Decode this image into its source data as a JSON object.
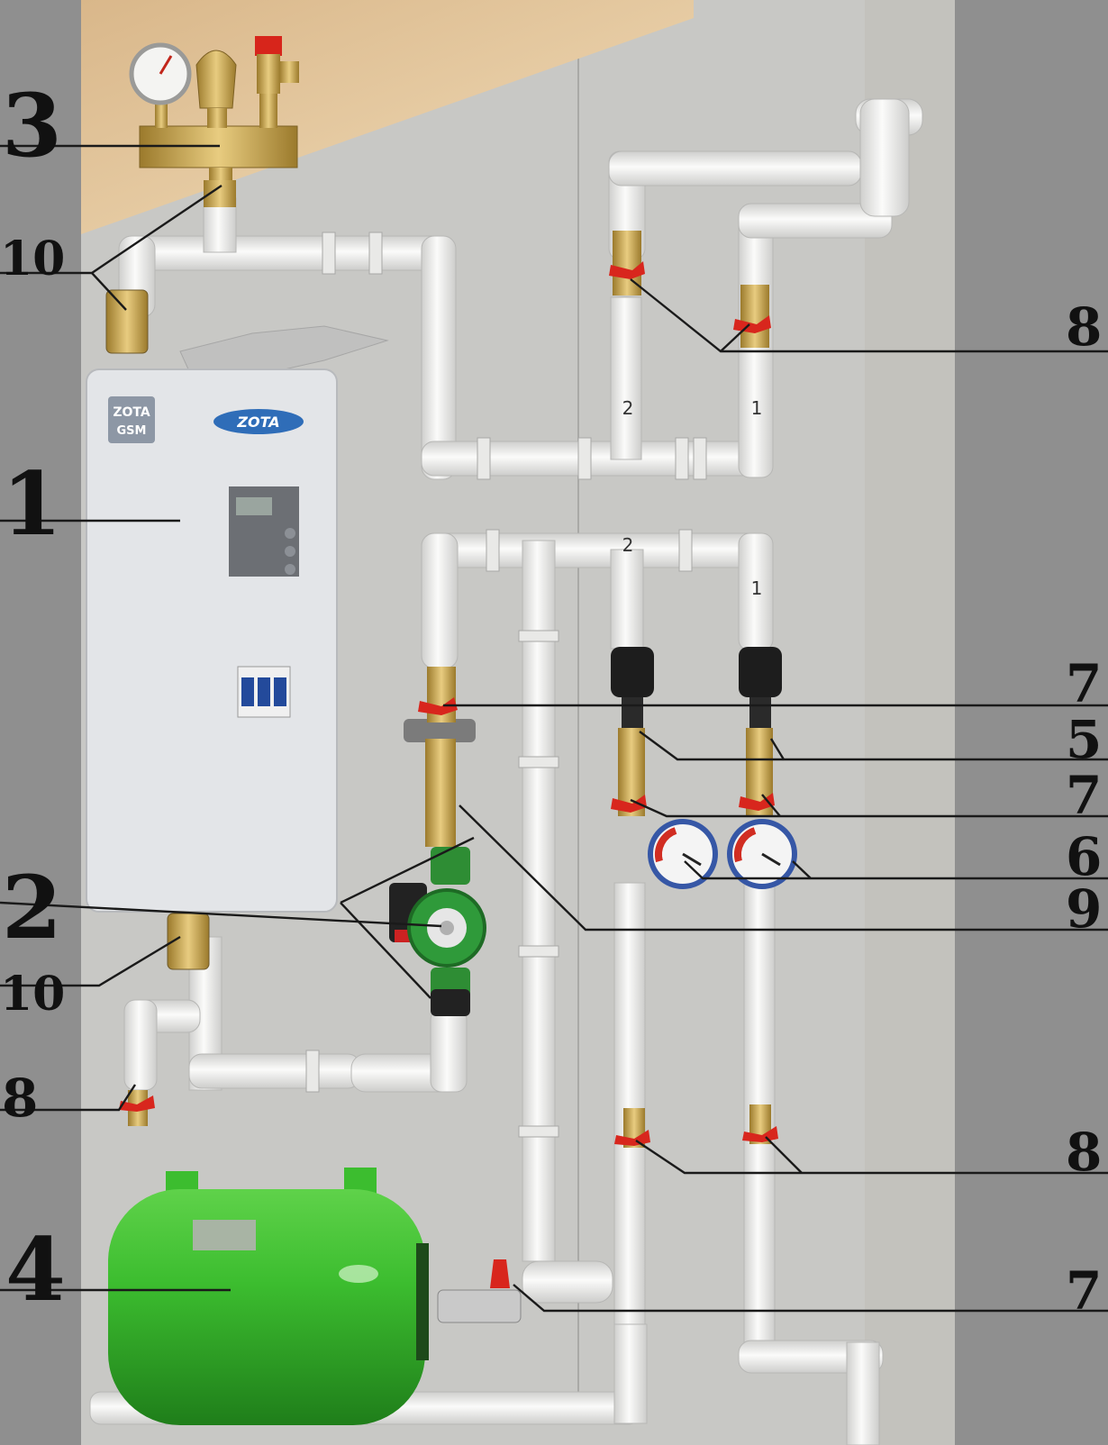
{
  "boiler": {
    "brand_badge": "ZOTA",
    "badge_sub": "GSM",
    "logo": "ZOTA"
  },
  "pipe_marks": {
    "return_top": "2",
    "supply_top": "1",
    "header_mark": "2",
    "riser_mark": "1"
  },
  "callouts": {
    "n1": "1",
    "n2": "2",
    "n3": "3",
    "n4": "4",
    "n5": "5",
    "n6": "6",
    "n7a": "7",
    "n7b": "7",
    "n7c": "7",
    "n8a": "8",
    "n8b": "8",
    "n8c": "8",
    "n9": "9",
    "n10a": "10",
    "n10b": "10"
  },
  "colors": {
    "wall": "#c9c9c7",
    "pipe": "#f2f2f0",
    "boiler": "#e4e6e8",
    "tank": "#37b92d",
    "pump": "#2f9a3a",
    "valve_handle": "#d8261d",
    "brass": "#c9a24a",
    "wood": "#e6c9a0"
  }
}
